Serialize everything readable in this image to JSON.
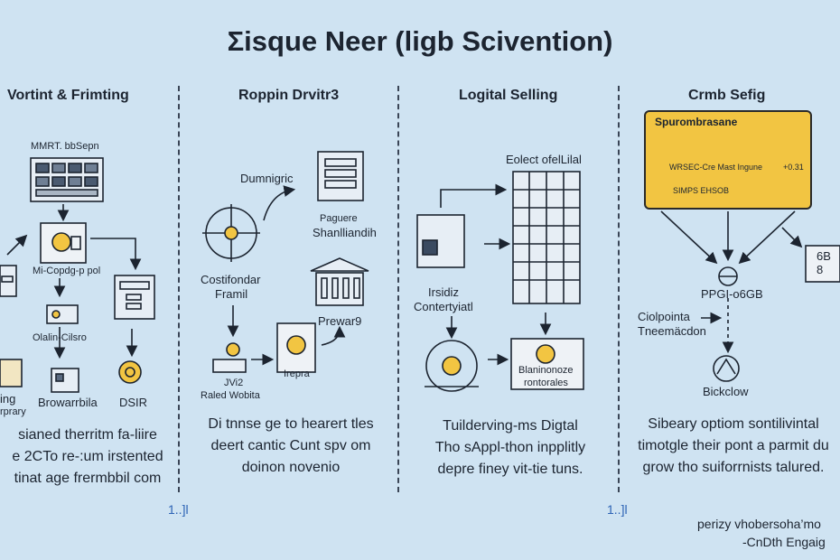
{
  "title": "Σisque Neer (ligb Scivention)",
  "columns": [
    {
      "heading": "Vortint & Frimting",
      "labels": [
        "MMRT. bbSepn",
        "Mi-Copdg-p pol",
        "Olalin-Cilsro",
        "ing",
        "rprary",
        "Browarrbila",
        "DSIR"
      ],
      "description": [
        "sianed therritm fa-liire",
        "e 2CTo re-:um irstented",
        "tinat age frermbbil com"
      ]
    },
    {
      "heading": "Roppin Drvitr3",
      "labels": [
        "Dumnigric",
        "Paguere",
        "Shanlliandih",
        "Costifondar",
        "Framil",
        "Prewar9",
        "JVi2",
        "Raled Wobita",
        "Irepra"
      ],
      "description": [
        "Di tnnse ge to hearert tles",
        "deert cantic Cunt spv om",
        "doinon novenio"
      ]
    },
    {
      "heading": "Logital Selling",
      "labels": [
        "Eolect ofelLilal",
        "Irsidiz",
        "Contertyiatl",
        "Blaninonoze",
        "rontorales"
      ],
      "description": [
        "Tuilderving-ms Digtal",
        "Tho sAppl-thon inpplitly",
        "depre finey vit-tie tuns."
      ]
    },
    {
      "heading": "Crmb Sefig",
      "labels": [
        "PPGI-o6GB",
        "Ciolpointa",
        "Tneemäcdon",
        "Bickclow",
        "6B",
        "8"
      ],
      "description": [
        "Sibeary optiom sontilivintal",
        "timotgle their pont a parmit du",
        "grow tho suiforrnists talured."
      ]
    }
  ],
  "yellow_card": {
    "title": "Spurombrasane",
    "row": "WRSEC-Cre Mast Ingune",
    "row2": "SIMPS EHSOB",
    "value": "+0.31"
  },
  "page_numbers": [
    "1..]l",
    "1..]l"
  ],
  "footer": [
    "perizy vhobersoha’mo",
    "-CnDth Engaig"
  ],
  "colors": {
    "background": "#cfe3f2",
    "accent": "#f2c542",
    "ink": "#1c2430",
    "page_number": "#2d63b5"
  },
  "icons": [
    "gallery-grid-icon",
    "coin-box-icon",
    "printer-icon",
    "server-box-icon",
    "document-icon",
    "invoice-icon",
    "gear-badge-icon",
    "folder-stack-icon",
    "compass-icon",
    "bank-icon",
    "coin-card-icon",
    "wallet-icon",
    "tablet-icon",
    "grid-table-icon",
    "network-hub-icon",
    "coin-window-icon",
    "globe-icon",
    "cloud-icon",
    "bicycle-icon"
  ]
}
